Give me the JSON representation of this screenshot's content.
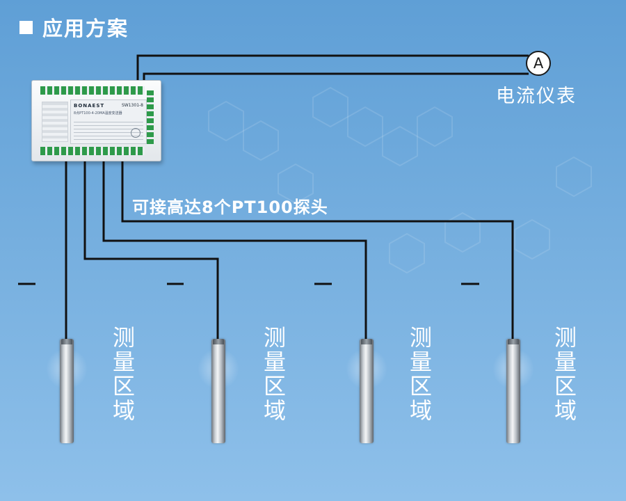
{
  "title": "应用方案",
  "meter": {
    "symbol": "A",
    "label": "电流仪表"
  },
  "probe_caption": "可接高达8个PT100探头",
  "module": {
    "brand": "BONAEST",
    "model": "SW1301-8",
    "description": "8点PT100-4-20MA温度变送器"
  },
  "zones": [
    {
      "label": "测量区域"
    },
    {
      "label": "测量区域"
    },
    {
      "label": "测量区域"
    },
    {
      "label": "测量区域"
    }
  ],
  "colors": {
    "background": "#6fa8dc",
    "wire": "#111111",
    "text": "#ffffff"
  }
}
